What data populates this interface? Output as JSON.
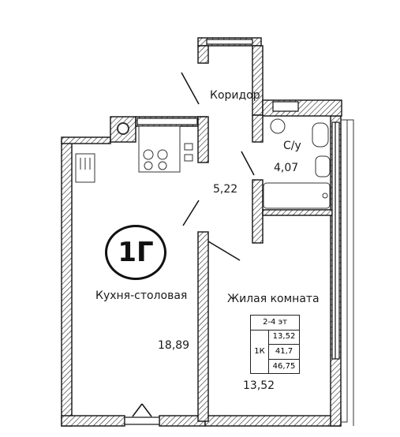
{
  "plan": {
    "apartment_code": "1Г",
    "rooms": {
      "corridor": {
        "name": "Коридор",
        "area": "5,22"
      },
      "bathroom": {
        "name": "С/у",
        "area": "4,07"
      },
      "kitchen": {
        "name": "Кухня-столовая",
        "area": "18,89"
      },
      "living": {
        "name": "Жилая комната",
        "area": "13,52"
      }
    },
    "info_table": {
      "floors": "2-4 эт",
      "type": "1К",
      "living_area": "13,52",
      "total_area": "41,7",
      "total_area_with_balcony": "46,75"
    }
  }
}
